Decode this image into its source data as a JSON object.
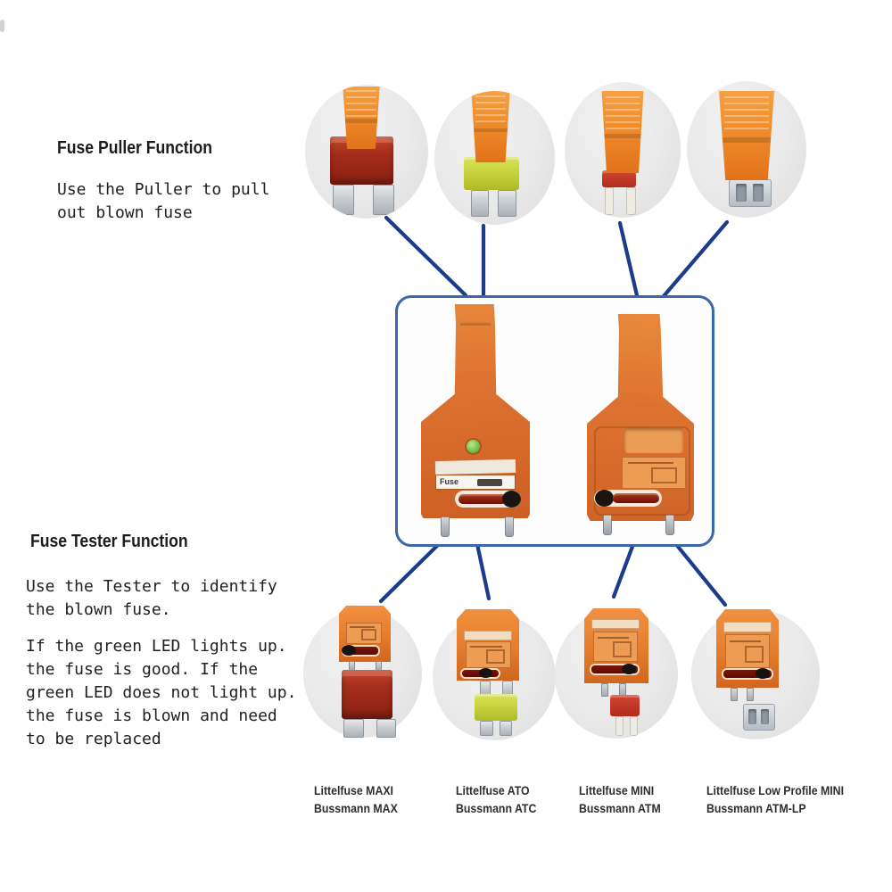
{
  "sections": {
    "puller": {
      "heading": "Fuse Puller Function",
      "body": "Use the Puller to pull\nout blown fuse"
    },
    "tester": {
      "heading": "Fuse Tester Function",
      "body_intro": "Use the Tester to identify\nthe blown fuse.",
      "body_detail": "If the green LED lights up.\nthe fuse is good.  If the\ngreen LED does not light up.\nthe fuse is blown and need\nto be replaced"
    }
  },
  "device": {
    "front_label": "Fuse"
  },
  "fuse_types": [
    {
      "id": "maxi",
      "caption": "Littelfuse MAXI\nBussmann MAX"
    },
    {
      "id": "ato",
      "caption": "Littelfuse ATO\nBussmann ATC"
    },
    {
      "id": "mini",
      "caption": "Littelfuse MINI\nBussmann ATM"
    },
    {
      "id": "atm-lp",
      "caption": "Littelfuse Low Profile MINI\nBussmann ATM-LP"
    }
  ],
  "colors": {
    "connector_blue": "#1b3b8c",
    "box_border_blue": "#3a67a5",
    "device_orange": "#dd7130",
    "puller_orange": "#ef8c2b",
    "tester_orange": "#e67c2c",
    "maxi_red": "#a52d1c",
    "ato_yellow": "#c6d23c",
    "mini_red": "#b02c1d",
    "lp_gray": "#b9c2cb",
    "led_green": "#72bd4a",
    "slot_red": "#7c150a",
    "circle_gray": "#e9e9e9",
    "text_dark": "#1f1f1f"
  }
}
